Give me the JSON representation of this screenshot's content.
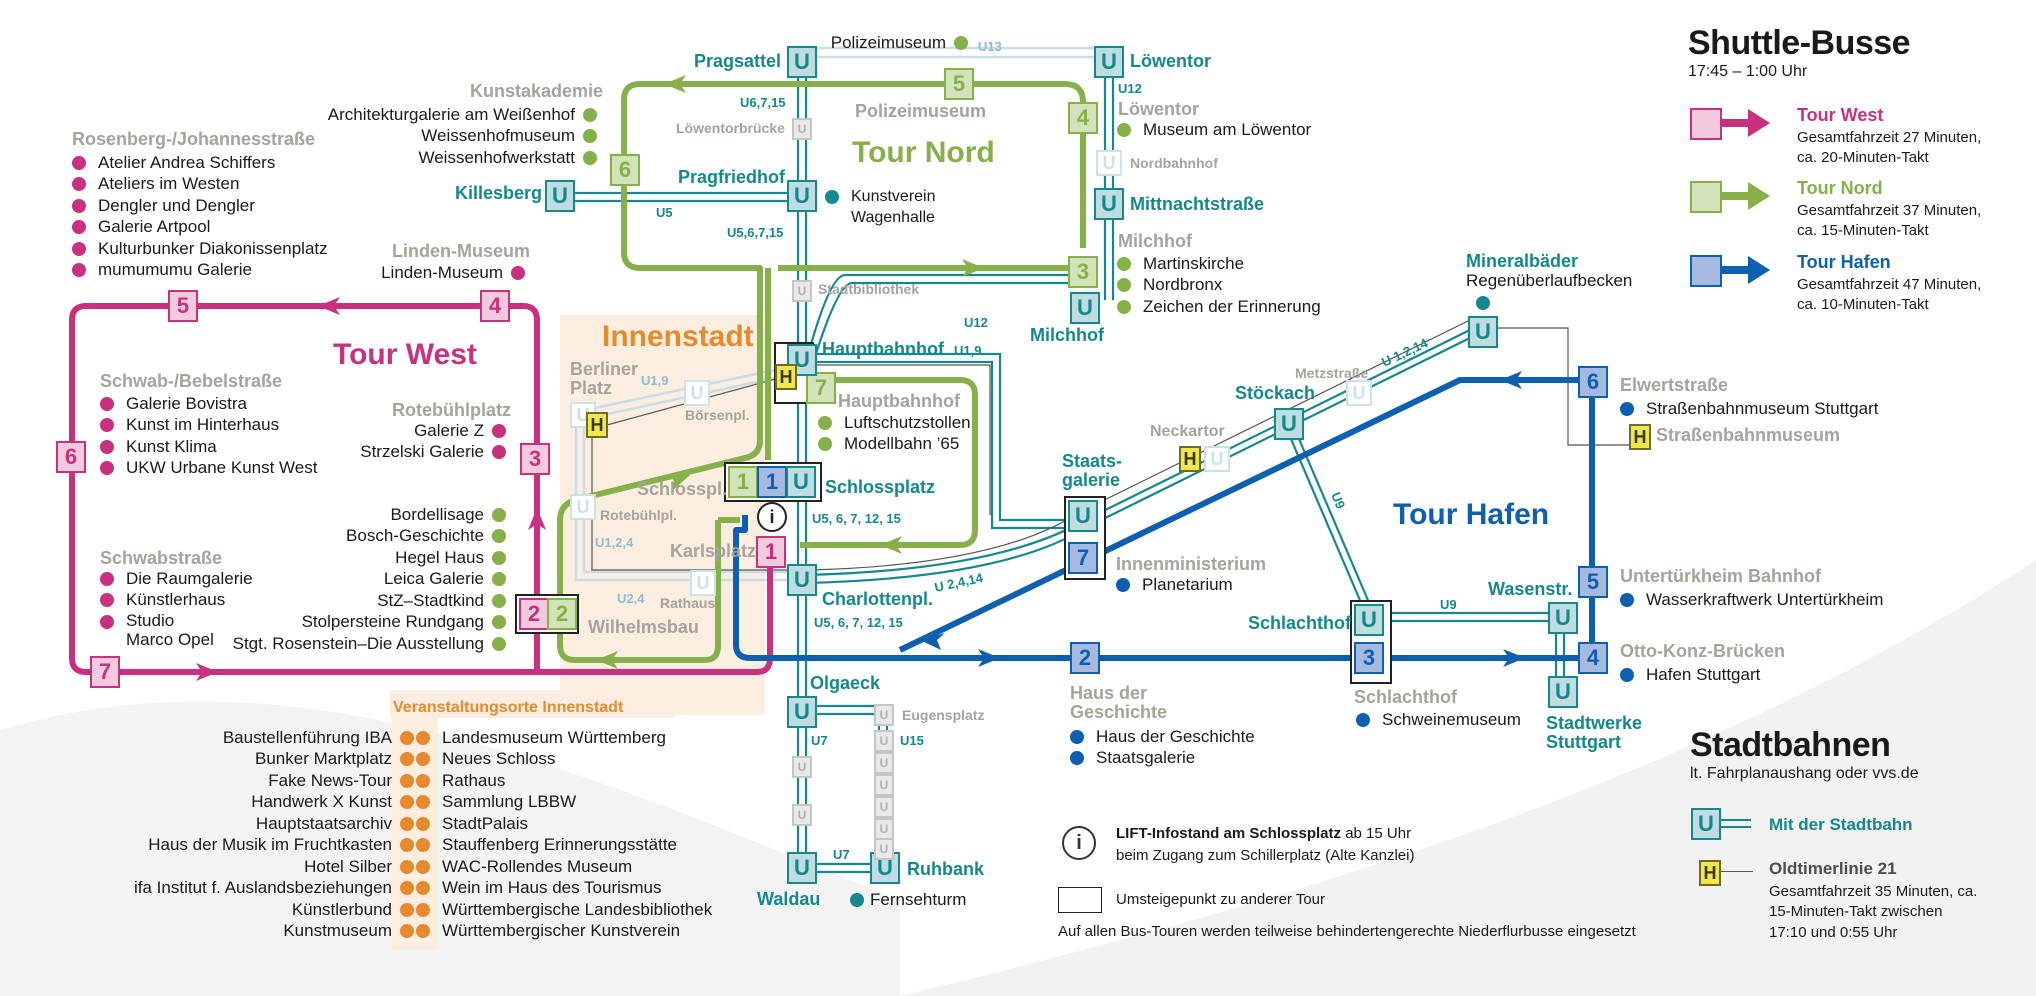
{
  "colors": {
    "west": "#c8317f",
    "west_fill": "#f2c9dd",
    "nord": "#86b04a",
    "nord_fill": "#d3e3b9",
    "hafen": "#0d5fb0",
    "hafen_fill": "#a6b9e0",
    "stadtbahn": "#13888f",
    "stadtbahn_fill": "#bfdde0",
    "innenstadt": "#e8892d",
    "innenstadt_bg": "#fbeee0",
    "grey_label": "#a6a39b",
    "oldtimer": "#f0e84a"
  },
  "tours": {
    "west": {
      "title": "Tour West"
    },
    "nord": {
      "title": "Tour Nord"
    },
    "hafen": {
      "title": "Tour Hafen"
    },
    "innenstadt": {
      "title": "Innenstadt"
    }
  },
  "west": {
    "rosenberg": {
      "title": "Rosenberg-/Johannesstraße",
      "items": [
        "Atelier Andrea Schiffers",
        "Ateliers im Westen",
        "Dengler und Dengler",
        "Galerie Artpool",
        "Kulturbunker Diakonissenplatz",
        "mumumumu Galerie"
      ]
    },
    "linden": {
      "title": "Linden-Museum",
      "items": [
        "Linden-Museum"
      ]
    },
    "schwab_bebel": {
      "title": "Schwab-/Bebelstraße",
      "items": [
        "Galerie Bovistra",
        "Kunst im Hinterhaus",
        "Kunst Klima",
        "UKW Urbane Kunst West"
      ]
    },
    "rotebuehl": {
      "title": "Rotebühlplatz",
      "items": [
        "Galerie Z",
        "Strzelski Galerie"
      ]
    },
    "schwabstrasse": {
      "title": "Schwabstraße",
      "items": [
        "Die Raumgalerie",
        "Künstlerhaus",
        "Studio Marco Opel"
      ]
    },
    "wilhelmsbau_items": [
      "Bordellisage",
      "Bosch-Geschichte",
      "Hegel Haus",
      "Leica Galerie",
      "StZ–Stadtkind",
      "Stolpersteine Rundgang",
      "Stgt. Rosenstein–Die Ausstellung"
    ],
    "stops": [
      "1",
      "2",
      "3",
      "4",
      "5",
      "6",
      "7"
    ]
  },
  "nord": {
    "kunstakademie": {
      "title": "Kunstakademie",
      "items": [
        "Architekturgalerie am Weißenhof",
        "Weissenhofmuseum",
        "Weissenhofwerkstatt"
      ]
    },
    "polizeimuseum_top": "Polizeimuseum",
    "polizeimuseum_stop": "Polizeimuseum",
    "loewentor": {
      "title": "Löwentor",
      "items": [
        "Museum am Löwentor"
      ]
    },
    "milchhof": {
      "title": "Milchhof",
      "items": [
        "Martinskirche",
        "Nordbronx",
        "Zeichen der Erinnerung"
      ]
    },
    "hauptbahnhof": {
      "title": "Hauptbahnhof",
      "items": [
        "Luftschutzstollen",
        "Modellbahn ’65"
      ]
    },
    "kunstverein": [
      "Kunstverein",
      "Wagenhalle"
    ],
    "stops": [
      "1",
      "2",
      "3",
      "4",
      "5",
      "6",
      "7"
    ]
  },
  "hafen": {
    "innenministerium": {
      "title": "Innenministerium",
      "items": [
        "Planetarium"
      ]
    },
    "haus_der_geschichte": {
      "title": "Haus der Geschichte",
      "items": [
        "Haus der Geschichte",
        "Staatsgalerie"
      ]
    },
    "schlachthof": {
      "title": "Schlachthof",
      "items": [
        "Schweinemuseum"
      ]
    },
    "elwertstrasse": {
      "title": "Elwertstraße",
      "items": [
        "Straßenbahnmuseum Stuttgart"
      ]
    },
    "strassenbahnmuseum_h": "Straßenbahnmuseum",
    "untertuerkheim": {
      "title": "Untertürkheim Bahnhof",
      "items": [
        "Wasserkraftwerk Untertürkheim"
      ]
    },
    "otto_konz": {
      "title": "Otto-Konz-Brücken",
      "items": [
        "Hafen Stuttgart"
      ]
    },
    "mineralbaeder_item": "Regenüberlaufbecken",
    "stops": [
      "1",
      "2",
      "3",
      "4",
      "5",
      "6",
      "7"
    ]
  },
  "stations": {
    "pragsattel": "Pragsattel",
    "loewentor": "Löwentor",
    "killesberg": "Killesberg",
    "pragfriedhof": "Pragfriedhof",
    "mittnachtstrasse": "Mittnachtstraße",
    "milchhof": "Milchhof",
    "hauptbahnhof": "Hauptbahnhof",
    "schlossplatz": "Schlossplatz",
    "charlottenplatz": "Charlottenpl.",
    "staatsgalerie": "Staats-\ngalerie",
    "stoeckach": "Stöckach",
    "mineralbaeder": "Mineralbäder",
    "schlachthof": "Schlachthof",
    "wasenstr": "Wasenstr.",
    "stadtwerke": "Stadtwerke\nStuttgart",
    "olgaeck": "Olgaeck",
    "waldau": "Waldau",
    "ruhbank": "Ruhbank",
    "loewentorbruecke": "Löwentorbrücke",
    "nordbahnhof": "Nordbahnhof",
    "stadtbibliothek": "Stadtbibliothek",
    "berliner_platz": "Berliner\nPlatz",
    "boersenpl": "Börsenpl.",
    "schlosspl_grey": "Schlosspl.",
    "rotebuehlpl": "Rotebühlpl.",
    "karlsplatz": "Karlsplatz",
    "rathaus": "Rathaus",
    "wilhelmsbau": "Wilhelmsbau",
    "neckartor": "Neckartor",
    "metzstrasse": "Metzstraße",
    "eugensplatz": "Eugensplatz",
    "fernsehturm": "Fernsehturm",
    "u_glyph": "U",
    "h_glyph": "H"
  },
  "lines": {
    "u13": "U13",
    "u12_a": "U12",
    "u6715": "U6,7,15",
    "u5": "U5",
    "u56715": "U5,6,7,15",
    "u12_b": "U12",
    "u19_a": "U1,9",
    "u19_b": "U1,9",
    "u124": "U1,2,4",
    "u24": "U2,4",
    "u5671215_a": "U5, 6, 7, 12, 15",
    "u5671215_b": "U5, 6, 7, 12, 15",
    "u2414": "U 2,4,14",
    "u1214": "U 1,2,14",
    "u9_a": "U9",
    "u9_b": "U9",
    "u7_a": "U7",
    "u7_b": "U7",
    "u15": "U15"
  },
  "innenstadt_venues": {
    "title": "Veranstaltungsorte Innenstadt",
    "left": [
      "Baustellenführung IBA",
      "Bunker Marktplatz",
      "Fake News-Tour",
      "Handwerk X Kunst",
      "Hauptstaatsarchiv",
      "Haus der Musik im Fruchtkasten",
      "Hotel Silber",
      "ifa Institut f. Auslandsbeziehungen",
      "Künstlerbund",
      "Kunstmuseum"
    ],
    "right": [
      "Landesmuseum Württemberg",
      "Neues Schloss",
      "Rathaus",
      "Sammlung LBBW",
      "StadtPalais",
      "Stauffenberg Erinnerungsstätte",
      "WAC-Rollendes Museum",
      "Wein im Haus des Tourismus",
      "Württembergische Landesbibliothek",
      "Württembergischer Kunstverein"
    ]
  },
  "legend": {
    "title": "Shuttle-Busse",
    "hours": "17:45 – 1:00 Uhr",
    "tours": [
      {
        "name": "Tour West",
        "desc": "Gesamtfahrzeit 27 Minuten, ca. 20-Minuten-Takt"
      },
      {
        "name": "Tour Nord",
        "desc": "Gesamtfahrzeit 37 Minuten, ca. 15-Minuten-Takt"
      },
      {
        "name": "Tour Hafen",
        "desc": "Gesamtfahrzeit 47 Minuten, ca. 10-Minuten-Takt"
      }
    ],
    "stadtbahn_title": "Stadtbahnen",
    "stadtbahn_sub": "lt. Fahrplanaushang oder vvs.de",
    "stadtbahn_label": "Mit der Stadtbahn",
    "oldtimer_title": "Oldtimerlinie 21",
    "oldtimer_desc": "Gesamtfahrzeit 35 Minuten, ca. 15-Minuten-Takt zwischen 17:10 und 0:55 Uhr"
  },
  "notes": {
    "lift_bold": "LIFT-Infostand am Schlossplatz",
    "lift_rest": " ab 15 Uhr",
    "lift_line2": "beim Zugang zum Schillerplatz (Alte Kanzlei)",
    "umsteige": "Umsteigepunkt zu anderer Tour",
    "niederflur": "Auf allen Bus-Touren werden teilweise behindertengerechte Niederflurbusse eingesetzt"
  }
}
